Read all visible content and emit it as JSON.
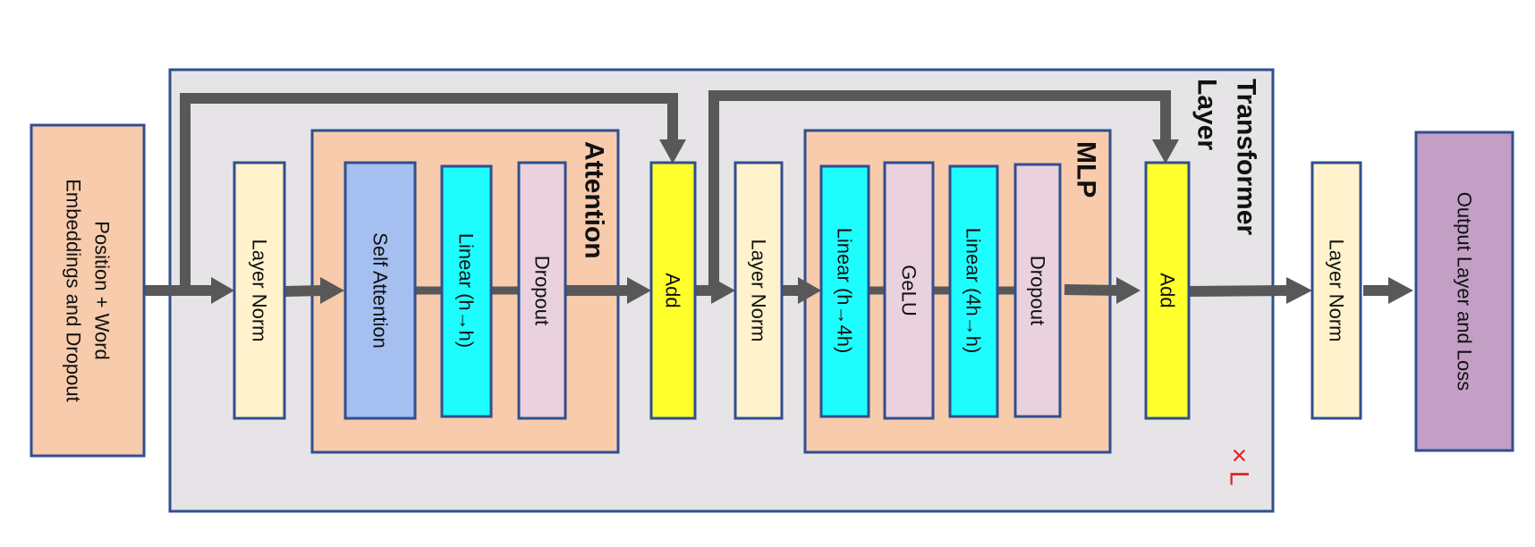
{
  "colors": {
    "border": "#2f4f8f",
    "layer_bg": "#e6e4e6",
    "group_bg": "#f7cbab",
    "embed_bg": "#f7cbab",
    "layer_norm": "#fff2cc",
    "self_attention": "#a4bff0",
    "linear": "#1efdfd",
    "dropout_gelu": "#e9d1dd",
    "add": "#ffff2c",
    "output": "#c39fc5",
    "arrow": "#585858",
    "repeat": "#e8201e"
  },
  "embeddings": {
    "line1": "Position + Word",
    "line2": "Embeddings and Dropout"
  },
  "transformer_layer": {
    "title_line1": "Transformer",
    "title_line2": "Layer",
    "repeat_label": "× L"
  },
  "attention": {
    "title": "Attention",
    "layer_norm": "Layer Norm",
    "self_attention": "Self Attention",
    "linear": "Linear (h→h)",
    "dropout": "Dropout",
    "add": "Add"
  },
  "mlp": {
    "title": "MLP",
    "layer_norm": "Layer Norm",
    "linear1": "Linear (h→4h)",
    "gelu": "GeLU",
    "linear2": "Linear (4h→h)",
    "dropout": "Dropout",
    "add": "Add"
  },
  "final": {
    "layer_norm": "Layer Norm",
    "output": "Output Layer and Loss"
  }
}
